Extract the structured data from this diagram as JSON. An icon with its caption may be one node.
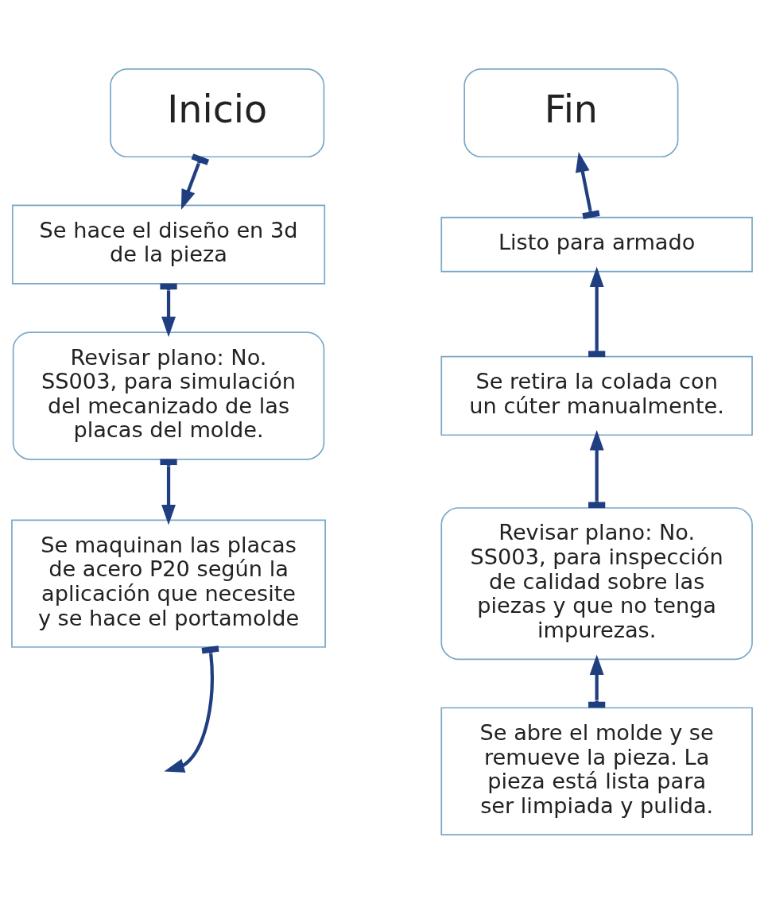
{
  "diagram": {
    "nodes": [
      {
        "text": [
          "Inicio"
        ]
      },
      {
        "text": [
          "Se hace el diseño en 3d de la pieza"
        ]
      },
      {
        "text": [
          "Revisar plano: No. SS003, para simulación del mecanizado de las placas del molde."
        ]
      },
      {
        "text": [
          "Se maquinan las placas de acero P20 según la aplicación que necesite y se hace el portamolde"
        ]
      },
      {
        "text": [
          "Se abre el molde y se remueve la pieza. La pieza está lista para ser limpiada y pulida."
        ]
      },
      {
        "text": [
          "Revisar plano: No. SS003, para inspección de calidad sobre las piezas y que no tenga impurezas."
        ]
      },
      {
        "text": [
          "Se retira la colada con un cúter manualmente."
        ]
      },
      {
        "text": [
          "Listo para armado"
        ]
      },
      {
        "text": [
          "Fin"
        ]
      }
    ],
    "edges": [
      {
        "from": 0,
        "to": 1,
        "arrow": "to"
      },
      {
        "from": 1,
        "to": 2,
        "arrow": "to"
      },
      {
        "from": 2,
        "to": 3,
        "arrow": "to"
      },
      {
        "from": 3,
        "to": null,
        "arrow": "to"
      },
      {
        "from": 4,
        "to": 5,
        "arrow": "to"
      },
      {
        "from": 5,
        "to": 6,
        "arrow": "to"
      },
      {
        "from": 6,
        "to": 7,
        "arrow": "to"
      },
      {
        "from": 7,
        "to": 8,
        "arrow": "to"
      }
    ]
  }
}
